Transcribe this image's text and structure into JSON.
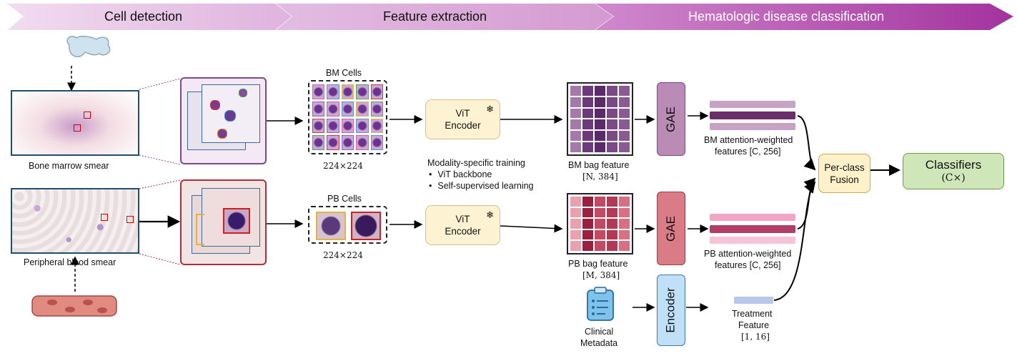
{
  "banner": {
    "stage1": "Cell detection",
    "stage2": "Feature extraction",
    "stage3": "Hematologic disease classification"
  },
  "bm": {
    "smear_label": "Bone marrow smear",
    "cells_label": "BM Cells",
    "size_label": "224×224",
    "vit_line1": "ViT",
    "vit_line2": "Encoder",
    "bag_label": "BM bag feature",
    "bag_dims": "[N, 384]",
    "gae_label": "GAE",
    "attn_line1": "BM attention-weighted",
    "attn_line2": "features [C, 256]"
  },
  "pb": {
    "smear_label": "Peripheral blood smear",
    "cells_label": "PB Cells",
    "size_label": "224×224",
    "vit_line1": "ViT",
    "vit_line2": "Encoder",
    "bag_label": "PB bag feature",
    "bag_dims": "[M, 384]",
    "gae_label": "GAE",
    "attn_line1": "PB attention-weighted",
    "attn_line2": "features [C, 256]"
  },
  "training_note": {
    "title": "Modality-specific training",
    "bullet1": "ViT backbone",
    "bullet2": "Self-supervised learning"
  },
  "clinical": {
    "line1": "Clinical",
    "line2": "Metadata",
    "encoder_label": "Encoder",
    "treat_line1": "Treatment",
    "treat_line2": "Feature",
    "treat_dims": "[1, 16]"
  },
  "fusion": {
    "line1": "Per-class",
    "line2": "Fusion"
  },
  "classifiers": {
    "line1": "Classifiers",
    "line2": "(C×)"
  },
  "frozen_symbol": "❄",
  "colors": {
    "banner_light": "#ead1ea",
    "banner_dark": "#a93aa4",
    "vit_fill": "#fdf3d2",
    "bm_gae": "#b98bb5",
    "pb_gae": "#d97c85",
    "encoder_fill": "#bfe0f7",
    "fusion_fill": "#fdf1c9",
    "classifier_fill": "#cfe7b8"
  }
}
